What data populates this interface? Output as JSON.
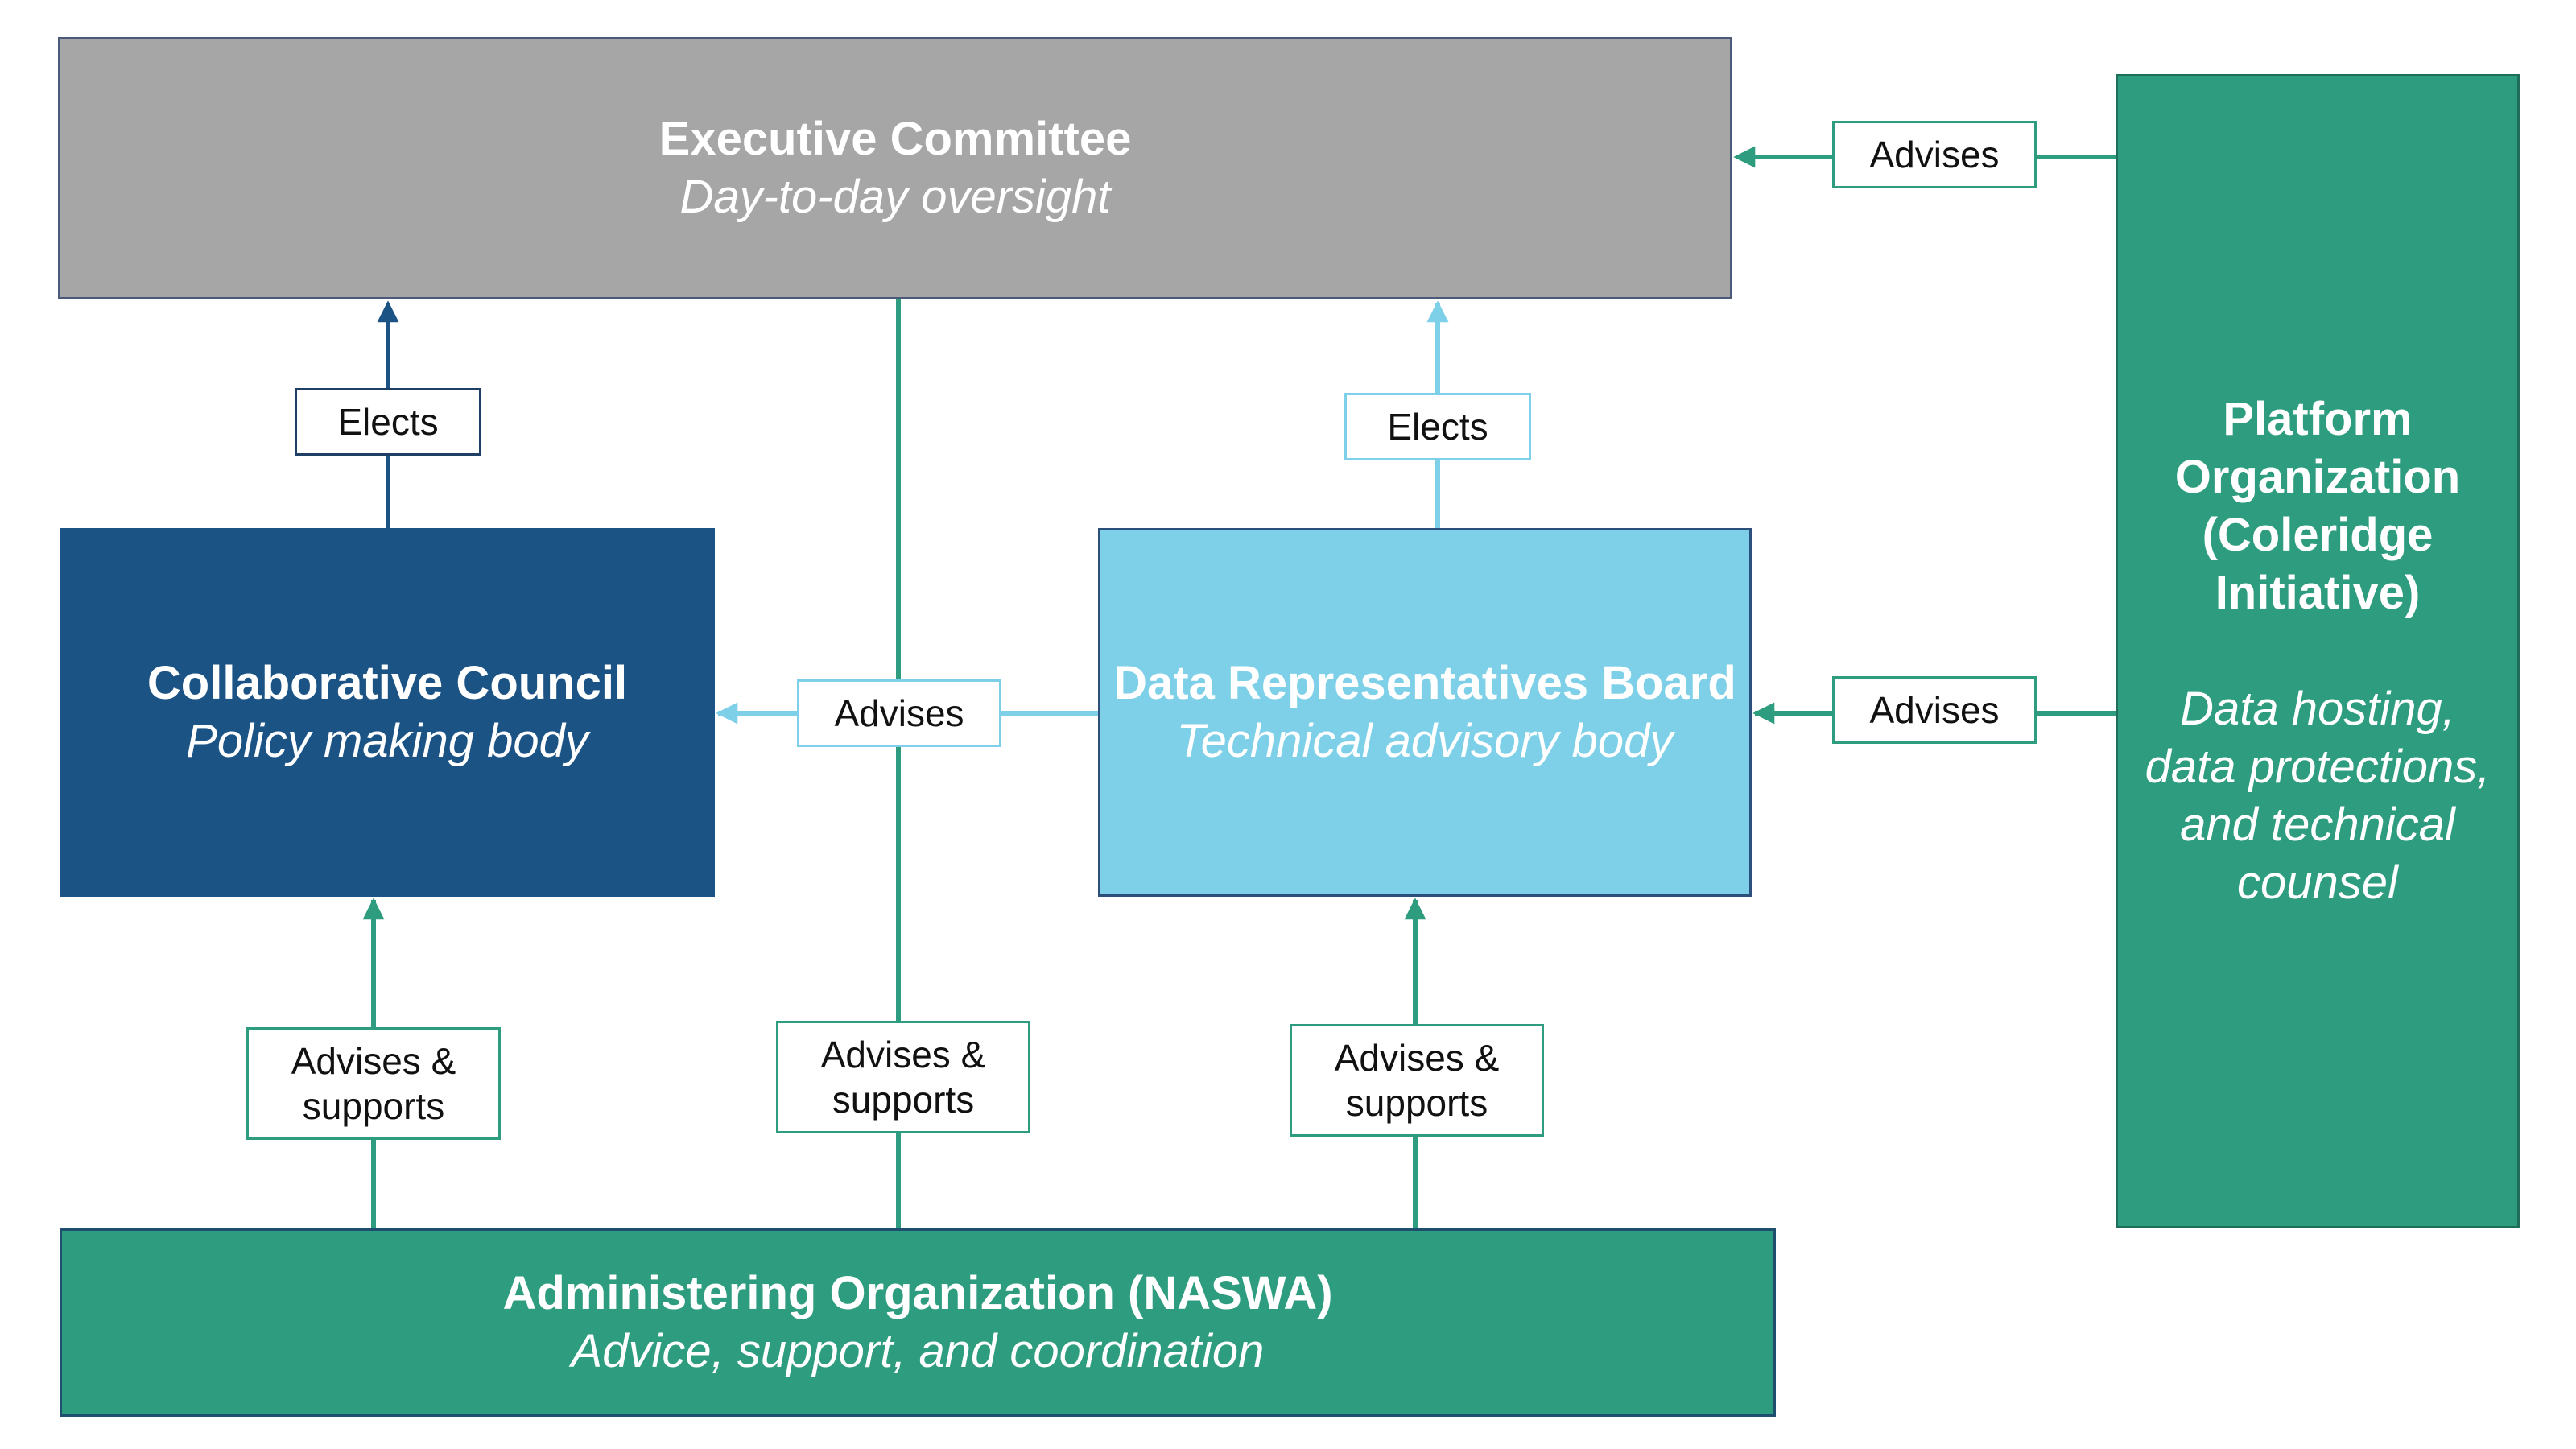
{
  "colors": {
    "executive": "#a6a6a6",
    "council": "#1c5385",
    "board": "#7dd0e8",
    "green": "#2e9c7e",
    "line_dark": "#1c5385",
    "line_light": "#7dd0e8",
    "line_teal": "#2e9c7e"
  },
  "executive_committee": {
    "title": "Executive Committee",
    "subtitle": "Day-to-day oversight"
  },
  "collaborative_council": {
    "title": "Collaborative Council",
    "subtitle": "Policy making body"
  },
  "data_representatives_board": {
    "title": "Data Representatives Board",
    "subtitle": "Technical advisory body"
  },
  "platform_organization": {
    "title": "Platform Organization (Coleridge Initiative)",
    "subtitle": "Data hosting, data protections, and technical counsel"
  },
  "administering_organization": {
    "title": "Administering Organization (NASWA)",
    "subtitle": "Advice, support, and coordination"
  },
  "edges": {
    "council_elects": "Elects",
    "board_elects": "Elects",
    "board_advises_council": "Advises",
    "platform_advises_exec": "Advises",
    "platform_advises_board": "Advises",
    "admin_supports_council": [
      "Advises &",
      "supports"
    ],
    "admin_supports_exec": [
      "Advises &",
      "supports"
    ],
    "admin_supports_board": [
      "Advises &",
      "supports"
    ]
  }
}
